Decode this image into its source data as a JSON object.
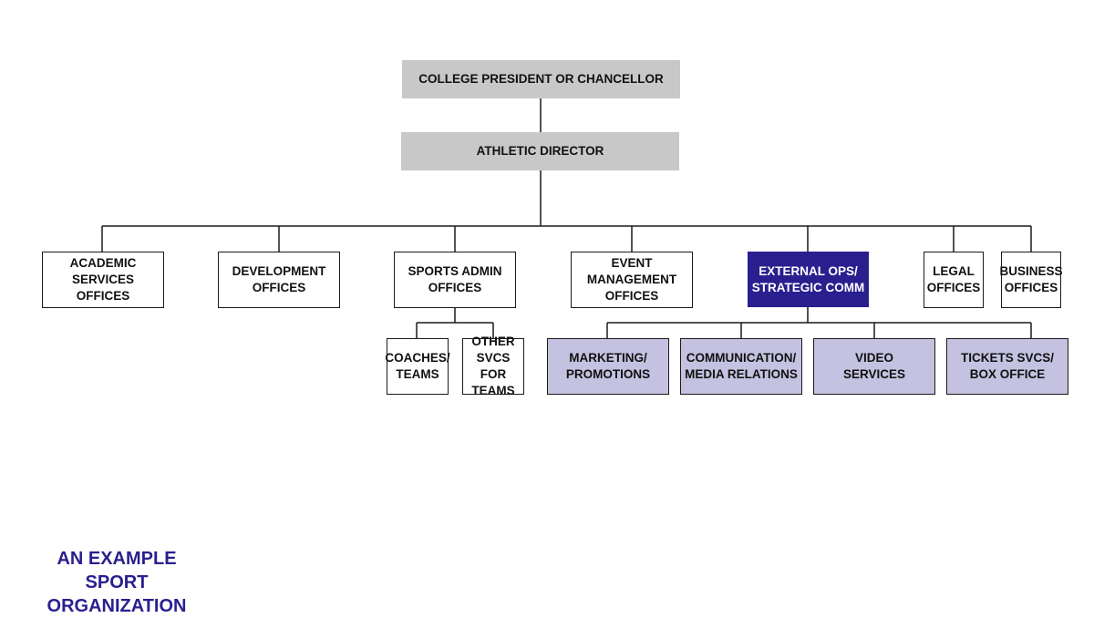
{
  "nodes": {
    "president": "COLLEGE PRESIDENT OR CHANCELLOR",
    "athletic_director": "ATHLETIC DIRECTOR",
    "academic": "ACADEMIC SERVICES\nOFFICES",
    "development": "DEVELOPMENT\nOFFICES",
    "sports_admin": "SPORTS ADMIN\nOFFICES",
    "event_mgmt": "EVENT MANAGEMENT\nOFFICES",
    "external_ops": "EXTERNAL OPS/\nSTRATEGIC COMM",
    "legal": "LEGAL\nOFFICES",
    "business": "BUSINESS\nOFFICES",
    "coaches": "COACHES/\nTEAMS",
    "other_svcs": "OTHER\nSVCS FOR\nTEAMS",
    "marketing": "MARKETING/\nPROMOTIONS",
    "communication": "COMMUNICATION/\nMEDIA RELATIONS",
    "video": "VIDEO\nSERVICES",
    "tickets": "TICKETS SVCS/\nBOX OFFICE"
  },
  "caption": "AN EXAMPLE SPORT\nORGANIZATION",
  "colors": {
    "gray_fill": "#c8c8c8",
    "highlight_fill": "#2a1f8f",
    "subunit_fill": "#c4c2e0",
    "line": "#1a1a1a",
    "caption_text": "#2a1f8f"
  }
}
